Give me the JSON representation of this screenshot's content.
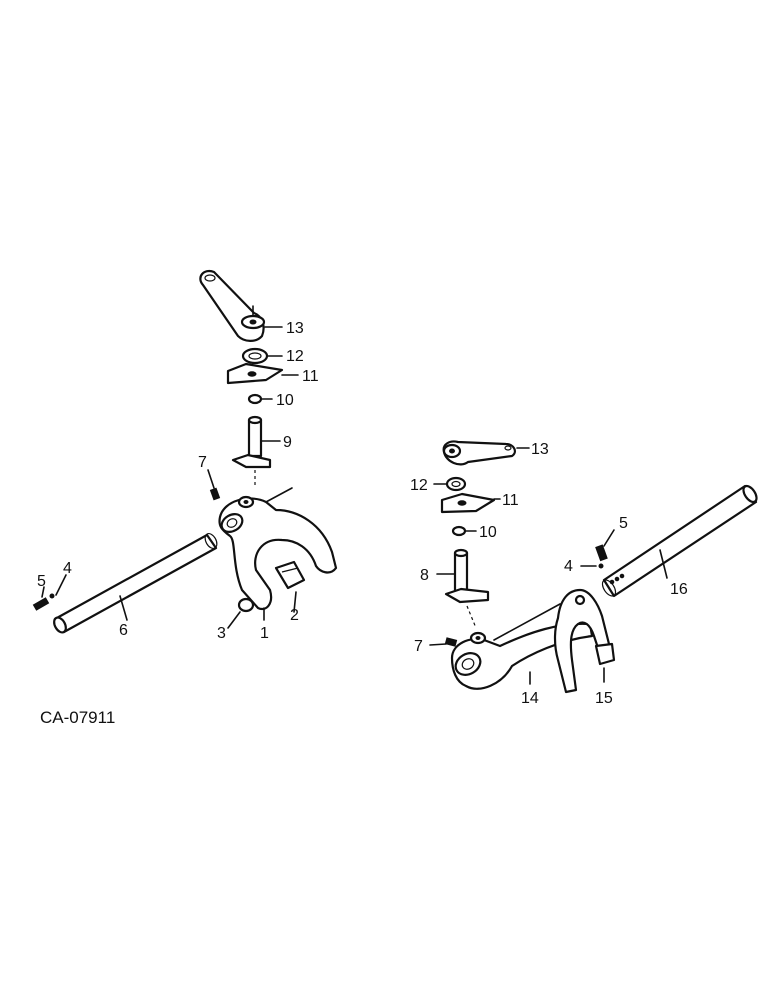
{
  "figure_code": "CA-07911",
  "left_assembly": {
    "labels": {
      "p1": "1",
      "p2": "2",
      "p3": "3",
      "p4": "4",
      "p5": "5",
      "p6": "6",
      "p7": "7",
      "p9": "9",
      "p10": "10",
      "p11": "11",
      "p12": "12",
      "p13": "13"
    }
  },
  "right_assembly": {
    "labels": {
      "p4": "4",
      "p5": "5",
      "p7": "7",
      "p8": "8",
      "p10": "10",
      "p11": "11",
      "p12": "12",
      "p13": "13",
      "p14": "14",
      "p15": "15",
      "p16": "16"
    }
  }
}
